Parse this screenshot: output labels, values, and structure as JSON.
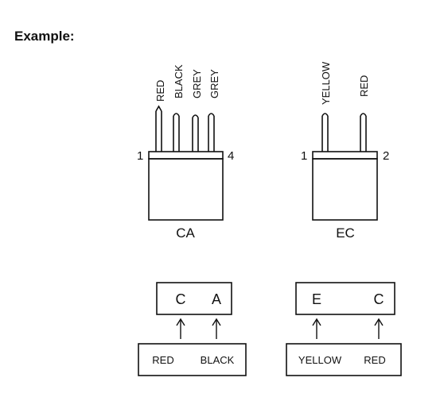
{
  "heading": "Example:",
  "connectors": [
    {
      "name": "CA",
      "pin_first": "1",
      "pin_last": "4",
      "wires": [
        "RED",
        "BLACK",
        "GREY",
        "GREY"
      ]
    },
    {
      "name": "EC",
      "pin_first": "1",
      "pin_last": "2",
      "wires": [
        "YELLOW",
        "RED"
      ]
    }
  ],
  "mappings": [
    {
      "letters": [
        "C",
        "A"
      ],
      "colors": [
        "RED",
        "BLACK"
      ]
    },
    {
      "letters": [
        "E",
        "C"
      ],
      "colors": [
        "YELLOW",
        "RED"
      ]
    }
  ]
}
